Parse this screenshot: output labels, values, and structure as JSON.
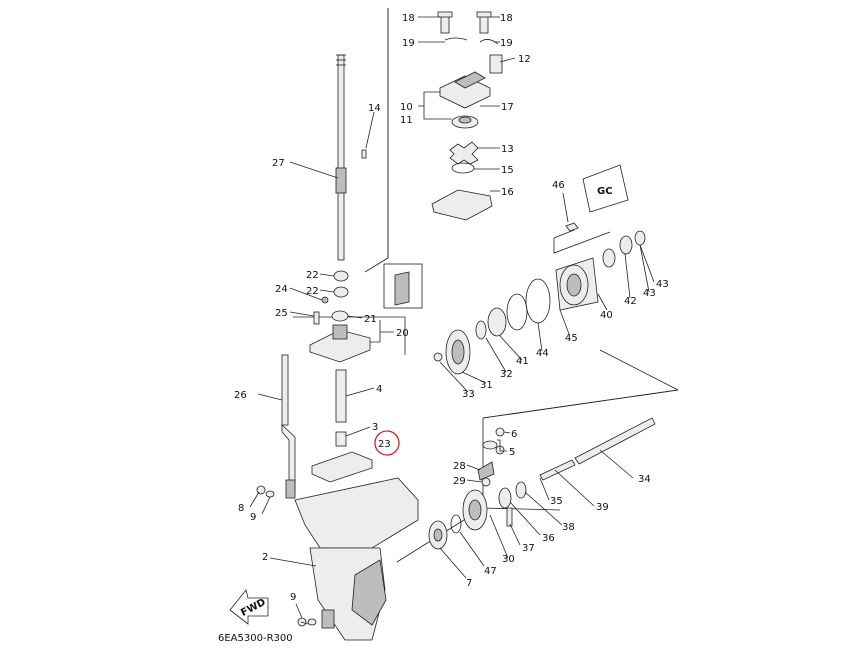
{
  "diagram": {
    "code": "6EA5300-R300",
    "fwd_label": "FWD",
    "highlighted_part": "23",
    "callouts": [
      "18",
      "18",
      "19",
      "19",
      "12",
      "10",
      "17",
      "11",
      "13",
      "15",
      "16",
      "14",
      "27",
      "46",
      "22",
      "22",
      "24",
      "21",
      "25",
      "20",
      "4",
      "26",
      "3",
      "23",
      "43",
      "42",
      "43",
      "40",
      "44",
      "45",
      "41",
      "32",
      "31",
      "33",
      "6",
      "5",
      "28",
      "29",
      "34",
      "8",
      "9",
      "39",
      "38",
      "35",
      "36",
      "37",
      "30",
      "47",
      "7",
      "2",
      "9"
    ]
  }
}
